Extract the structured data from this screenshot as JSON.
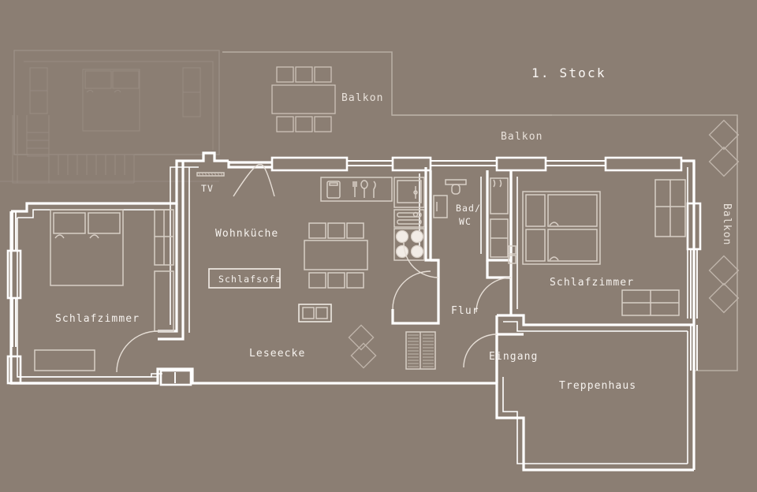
{
  "plan": {
    "title": "1. Stock",
    "colors": {
      "background": "#8b7e73",
      "wall": "#ffffff",
      "furniture": "#d8cfc6",
      "ghost": "#9d9187",
      "label": "#f6f2ee"
    }
  },
  "rooms": {
    "bedroom_left": "Schlafzimmer",
    "living_kitchen": "Wohnküche",
    "sofa_bed": "Schlafsofa",
    "reading_corner": "Leseecke",
    "tv": "TV",
    "bath_wc": "Bad/\nWC",
    "bath_wc_line1": "Bad/",
    "bath_wc_line2": "WC",
    "hallway": "Flur",
    "entrance": "Eingang",
    "bedroom_right": "Schlafzimmer",
    "stairwell": "Treppenhaus",
    "balcony_top": "Balkon",
    "balcony_upper_right": "Balkon",
    "balcony_right": "Balkon"
  },
  "furniture": {
    "bed_left": "double-bed",
    "bed_right": "double-bed",
    "wardrobe_left_upper": "wardrobe",
    "wardrobe_left_lower": "wardrobe",
    "wardrobe_right": "wardrobe",
    "dresser_right": "dresser",
    "sofa_left": "sofa",
    "dining_table": "dining-table",
    "dining_chairs_count": 6,
    "balcony_table": "outdoor-table",
    "balcony_chairs_count": 6,
    "kitchen_counter": "kitchen-counter",
    "sink": "sink",
    "cutlery": "cutlery",
    "oven": "oven",
    "stove_burners": 4,
    "fridge": "refrigerator",
    "toilet": "toilet",
    "washbasin": "washbasin",
    "bathtub": "bathtub",
    "bath_cabinet": "bath-cabinet",
    "coffee_table": "coffee-table",
    "shoe_rack": "shoe-rack",
    "shelf": "shelf",
    "plants": "plant-diamonds"
  }
}
